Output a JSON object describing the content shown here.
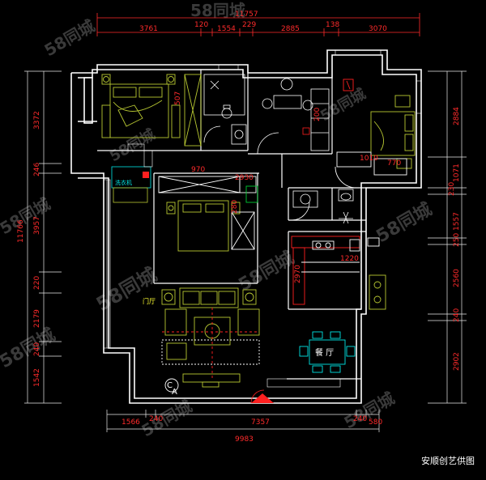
{
  "watermark": "58同城",
  "credit": "安顺创艺供图",
  "top_dims": {
    "overall": "11757",
    "segments": [
      "3761",
      "120",
      "1554",
      "229",
      "2885",
      "138",
      "3070"
    ]
  },
  "bottom_dims": {
    "overall": "9983",
    "segments": [
      "1566",
      "240",
      "7357",
      "240",
      "580"
    ]
  },
  "left_dims": {
    "overall": "11766",
    "segments": [
      "3372",
      "246",
      "3957",
      "220",
      "2179",
      "240",
      "1542"
    ]
  },
  "right_dims": {
    "segments": [
      "2884",
      "1071",
      "230",
      "1557",
      "250",
      "2560",
      "240",
      "2902"
    ]
  },
  "room_labels": {
    "entry": "门厅",
    "dining": "餐 厅",
    "compass": "C",
    "compass_sub": "A",
    "fridge": "洗衣机"
  },
  "inner_dims": [
    "507",
    "970",
    "2930",
    "1220",
    "2970",
    "200",
    "1010",
    "770",
    "280"
  ],
  "colors": {
    "wall": "#ffffff",
    "dim": "#ff2b2b",
    "furniture": "#b8c832",
    "cyan": "#00e5e5",
    "red": "#ff2020",
    "yellow": "#ffff33"
  }
}
